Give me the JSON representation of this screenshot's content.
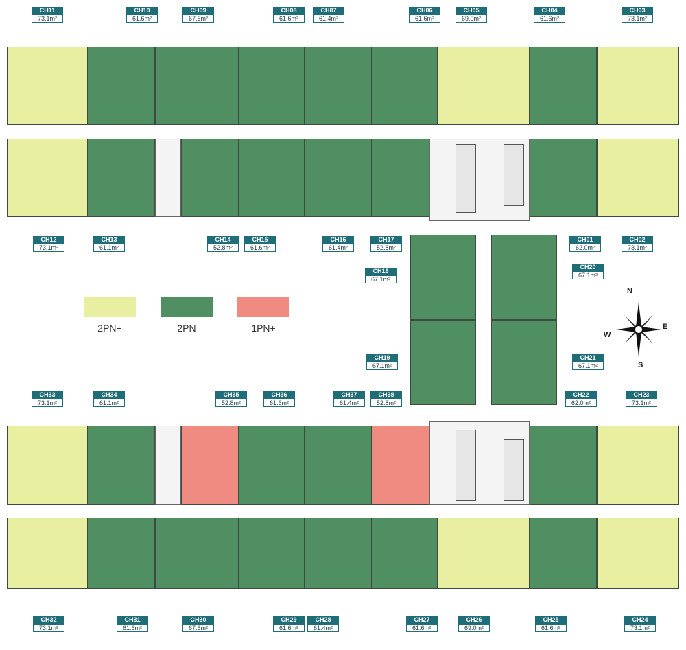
{
  "colors": {
    "2pn_plus": "#e9efa0",
    "2pn": "#4f8f62",
    "1pn_plus": "#ef8b80",
    "label_bg": "#1f6d79"
  },
  "legend": [
    {
      "label": "2PN+",
      "color": "#e9efa0"
    },
    {
      "label": "2PN",
      "color": "#4f8f62"
    },
    {
      "label": "1PN+",
      "color": "#ef8b80"
    }
  ],
  "compass": {
    "n": "N",
    "s": "S",
    "e": "E",
    "w": "W",
    "icon": "compass-rose-icon"
  },
  "units": [
    {
      "code": "CH11",
      "area": "73.1m²"
    },
    {
      "code": "CH10",
      "area": "61.6m²"
    },
    {
      "code": "CH09",
      "area": "67.6m²"
    },
    {
      "code": "CH08",
      "area": "61.6m²"
    },
    {
      "code": "CH07",
      "area": "61.4m²"
    },
    {
      "code": "CH06",
      "area": "61.6m²"
    },
    {
      "code": "CH05",
      "area": "69.0m²"
    },
    {
      "code": "CH04",
      "area": "61.6m²"
    },
    {
      "code": "CH03",
      "area": "73.1m²"
    },
    {
      "code": "CH12",
      "area": "73.1m²"
    },
    {
      "code": "CH13",
      "area": "61.1m²"
    },
    {
      "code": "CH14",
      "area": "52.8m²"
    },
    {
      "code": "CH15",
      "area": "61.6m²"
    },
    {
      "code": "CH16",
      "area": "61.4m²"
    },
    {
      "code": "CH17",
      "area": "52.8m²"
    },
    {
      "code": "CH01",
      "area": "62.0m²"
    },
    {
      "code": "CH02",
      "area": "73.1m²"
    },
    {
      "code": "CH18",
      "area": "67.1m²"
    },
    {
      "code": "CH20",
      "area": "67.1m²"
    },
    {
      "code": "CH19",
      "area": "67.1m²"
    },
    {
      "code": "CH21",
      "area": "67.1m²"
    },
    {
      "code": "CH33",
      "area": "73.1m²"
    },
    {
      "code": "CH34",
      "area": "61.1m²"
    },
    {
      "code": "CH35",
      "area": "52.8m²"
    },
    {
      "code": "CH36",
      "area": "61.6m²"
    },
    {
      "code": "CH37",
      "area": "61.4m²"
    },
    {
      "code": "CH38",
      "area": "52.8m²"
    },
    {
      "code": "CH22",
      "area": "62.0m²"
    },
    {
      "code": "CH23",
      "area": "73.1m²"
    },
    {
      "code": "CH32",
      "area": "73.1m²"
    },
    {
      "code": "CH31",
      "area": "61.6m²"
    },
    {
      "code": "CH30",
      "area": "67.6m²"
    },
    {
      "code": "CH29",
      "area": "61.6m²"
    },
    {
      "code": "CH28",
      "area": "61.4m²"
    },
    {
      "code": "CH27",
      "area": "61.6m²"
    },
    {
      "code": "CH26",
      "area": "69.0m²"
    },
    {
      "code": "CH25",
      "area": "61.6m²"
    },
    {
      "code": "CH24",
      "area": "73.1m²"
    }
  ]
}
